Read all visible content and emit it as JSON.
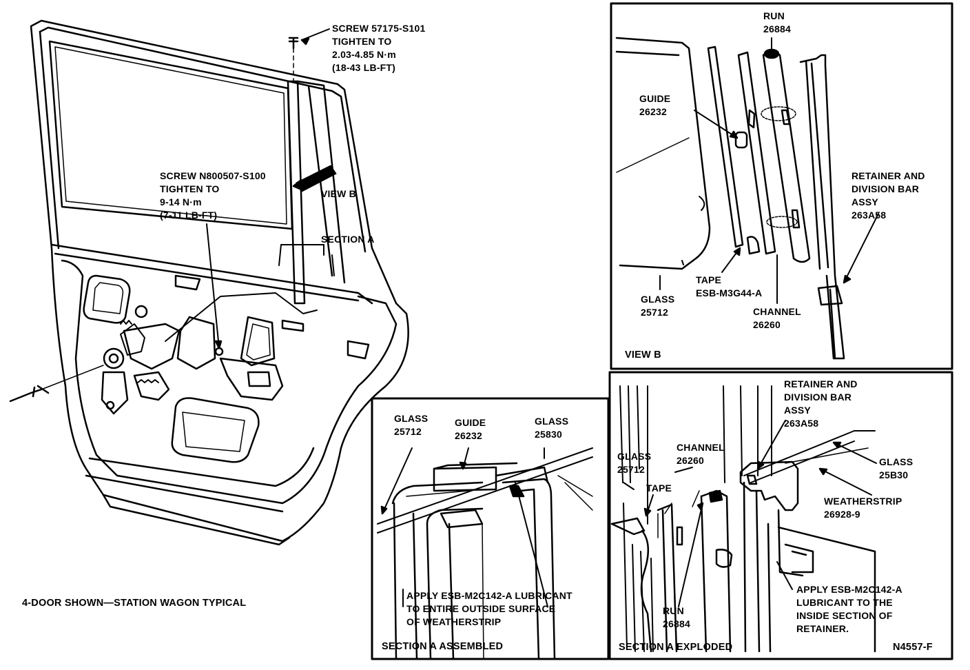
{
  "main_view": {
    "screw_top": {
      "lines": [
        "SCREW 57175-S101",
        "TIGHTEN TO",
        "2.03-4.85 N·m",
        "(18-43 LB-FT)"
      ]
    },
    "screw_mid": {
      "lines": [
        "SCREW N800507-S100",
        "TIGHTEN TO",
        "9-14 N·m",
        "(7-11 LB-FT)"
      ]
    },
    "view_b_ref": "VIEW B",
    "section_a_ref": "SECTION A",
    "caption": "4-DOOR SHOWN—STATION WAGON TYPICAL"
  },
  "view_b": {
    "run": [
      "RUN",
      "26884"
    ],
    "guide": [
      "GUIDE",
      "26232"
    ],
    "retainer": [
      "RETAINER AND",
      "DIVISION BAR",
      "ASSY",
      "263A58"
    ],
    "tape": [
      "TAPE",
      "ESB-M3G44-A"
    ],
    "glass": [
      "GLASS",
      "25712"
    ],
    "channel": [
      "CHANNEL",
      "26260"
    ],
    "title": "VIEW B"
  },
  "section_a_assembled": {
    "glass_left": [
      "GLASS",
      "25712"
    ],
    "guide": [
      "GUIDE",
      "26232"
    ],
    "glass_right": [
      "GLASS",
      "25830"
    ],
    "note": [
      "APPLY ESB-M2C142-A LUBRICANT",
      "TO ENTIRE OUTSIDE SURFACE",
      "OF WEATHERSTRIP"
    ],
    "title": "SECTION A ASSEMBLED"
  },
  "section_a_exploded": {
    "retainer": [
      "RETAINER AND",
      "DIVISION BAR",
      "ASSY",
      "263A58"
    ],
    "glass_left": [
      "GLASS",
      "25712"
    ],
    "channel": [
      "CHANNEL",
      "26260"
    ],
    "glass_right": [
      "GLASS",
      "25B30"
    ],
    "tape": "TAPE",
    "weatherstrip": [
      "WEATHERSTRIP",
      "26928-9"
    ],
    "run": [
      "RUN",
      "26884"
    ],
    "note": [
      "APPLY ESB-M2C142-A",
      "LUBRICANT TO THE",
      "INSIDE SECTION OF",
      "RETAINER."
    ],
    "title": "SECTION A EXPLODED",
    "figure_id": "N4557-F"
  }
}
